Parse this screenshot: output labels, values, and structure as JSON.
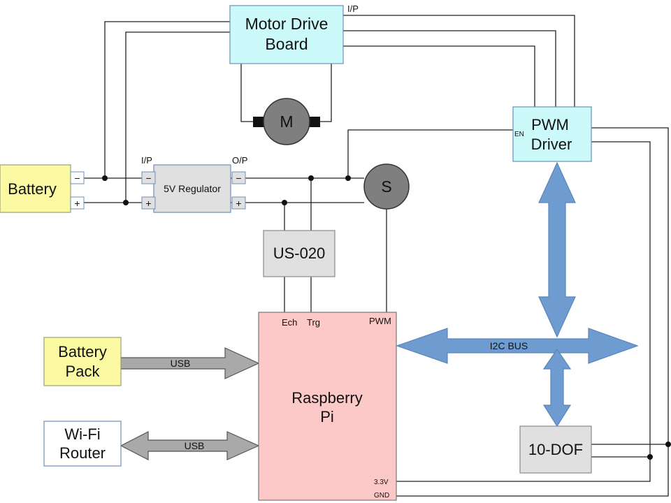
{
  "blocks": {
    "motor_drive_board": {
      "line1": "Motor Drive",
      "line2": "Board"
    },
    "pwm_driver": {
      "line1": "PWM",
      "line2": "Driver",
      "en": "EN"
    },
    "battery": {
      "label": "Battery",
      "minus": "−",
      "plus": "+"
    },
    "regulator": {
      "label": "5V Regulator",
      "ip": "I/P",
      "op": "O/P",
      "minus": "−",
      "plus": "+"
    },
    "motor": {
      "label": "M"
    },
    "servo": {
      "label": "S"
    },
    "sonar": {
      "label": "US-020"
    },
    "raspberry_pi": {
      "line1": "Raspberry",
      "line2": "Pi",
      "ech": "Ech",
      "trg": "Trg",
      "pwm": "PWM",
      "v33": "3.3V",
      "gnd": "GND"
    },
    "battery_pack": {
      "line1": "Battery",
      "line2": "Pack"
    },
    "wifi_router": {
      "line1": "Wi-Fi",
      "line2": "Router"
    },
    "imu": {
      "label": "10-DOF"
    }
  },
  "connections": {
    "motor_ip": "I/P",
    "usb_battery": "USB",
    "usb_wifi": "USB",
    "i2c_bus": "I2C BUS"
  }
}
